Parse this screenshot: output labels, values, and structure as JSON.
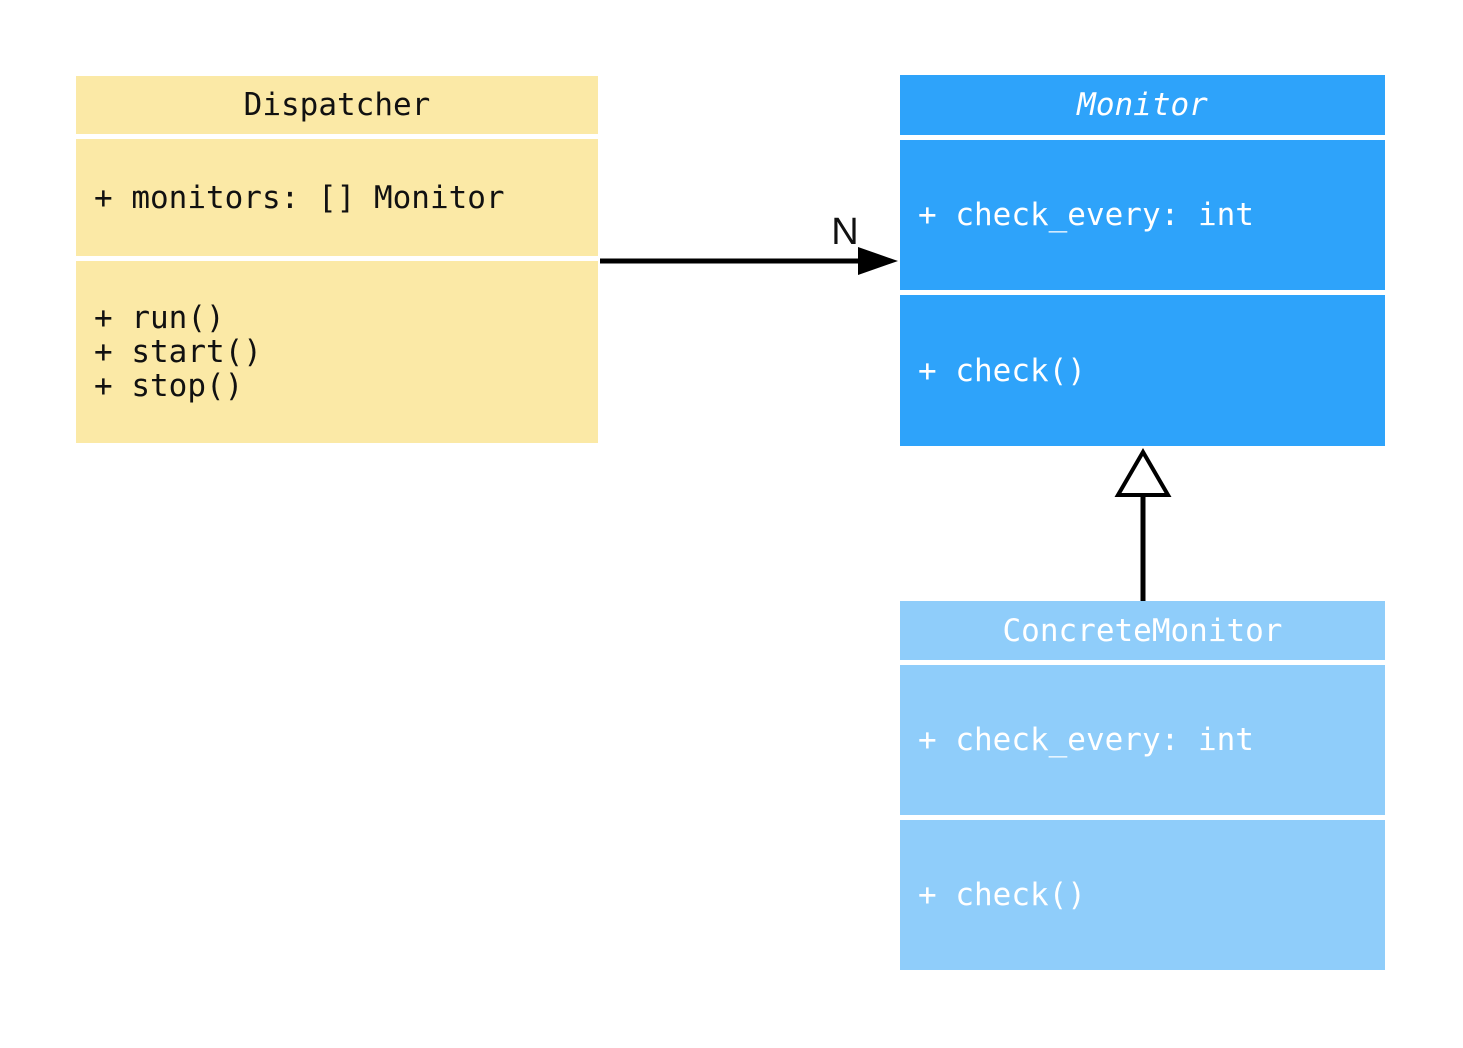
{
  "diagram": {
    "type": "uml-class-diagram",
    "background_color": "#ffffff",
    "classes": [
      {
        "name": "Dispatcher",
        "abstract": false,
        "fill": "#FBE9A6",
        "text_color": "#111111",
        "attributes": [
          "+ monitors: [] Monitor"
        ],
        "methods": [
          "+ run()",
          "+ start()",
          "+ stop()"
        ]
      },
      {
        "name": "Monitor",
        "abstract": true,
        "fill": "#2EA3FA",
        "text_color": "#ffffff",
        "attributes": [
          "+ check_every: int"
        ],
        "methods": [
          "+ check()"
        ]
      },
      {
        "name": "ConcreteMonitor",
        "abstract": false,
        "fill": "#8FCDFA",
        "text_color": "#ffffff",
        "attributes": [
          "+ check_every: int"
        ],
        "methods": [
          "+ check()"
        ]
      }
    ],
    "relationships": [
      {
        "type": "association",
        "from": "Dispatcher",
        "to": "Monitor",
        "label": "N",
        "arrow_color": "#000000"
      },
      {
        "type": "inheritance",
        "from": "ConcreteMonitor",
        "to": "Monitor",
        "label": "",
        "arrow_color": "#000000"
      }
    ]
  }
}
